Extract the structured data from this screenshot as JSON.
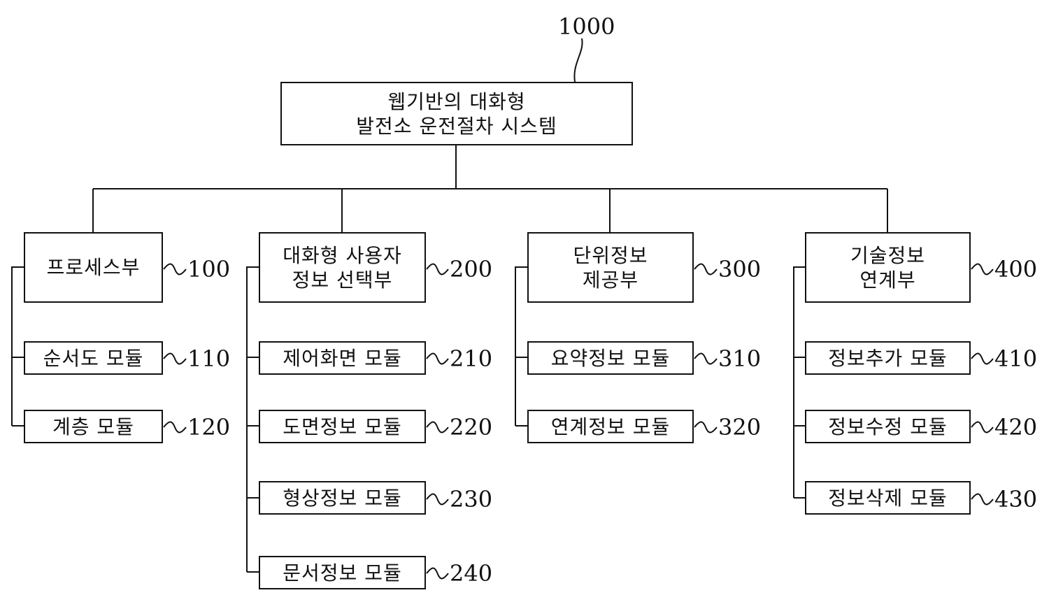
{
  "root": {
    "ref": "1000",
    "lines": [
      "웹기반의 대화형",
      "발전소 운전절차 시스템"
    ]
  },
  "units": [
    {
      "ref": "100",
      "lines": [
        "프로세스부"
      ],
      "modules": [
        {
          "ref": "110",
          "label": "순서도 모듈"
        },
        {
          "ref": "120",
          "label": "계층 모듈"
        }
      ]
    },
    {
      "ref": "200",
      "lines": [
        "대화형 사용자",
        "정보 선택부"
      ],
      "modules": [
        {
          "ref": "210",
          "label": "제어화면 모듈"
        },
        {
          "ref": "220",
          "label": "도면정보 모듈"
        },
        {
          "ref": "230",
          "label": "형상정보 모듈"
        },
        {
          "ref": "240",
          "label": "문서정보 모듈"
        }
      ]
    },
    {
      "ref": "300",
      "lines": [
        "단위정보",
        "제공부"
      ],
      "modules": [
        {
          "ref": "310",
          "label": "요약정보 모듈"
        },
        {
          "ref": "320",
          "label": "연계정보 모듈"
        }
      ]
    },
    {
      "ref": "400",
      "lines": [
        "기술정보",
        "연계부"
      ],
      "modules": [
        {
          "ref": "410",
          "label": "정보추가 모듈"
        },
        {
          "ref": "420",
          "label": "정보수정 모듈"
        },
        {
          "ref": "430",
          "label": "정보삭제 모듈"
        }
      ]
    }
  ]
}
